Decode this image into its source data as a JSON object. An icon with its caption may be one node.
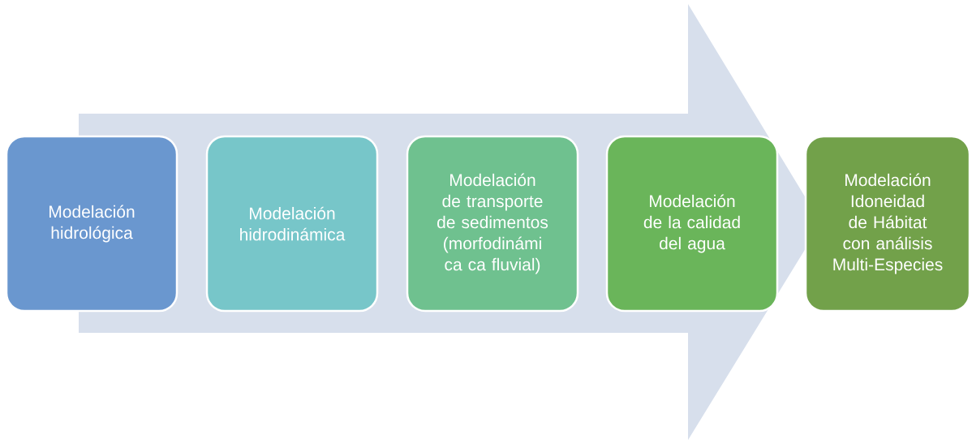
{
  "diagram": {
    "nodes": [
      {
        "text": [
          "Modelación hidrológica"
        ]
      },
      {
        "text": [
          "Modelación hidrodinámica"
        ]
      },
      {
        "text": [
          "Modelación de transporte de sedimentos (morfodinámi ca ca fluvial)"
        ]
      },
      {
        "text": [
          "Modelación de la calidad del agua"
        ]
      },
      {
        "text": [
          "Modelación Idoneidad de Hábitat con análisis Multi-Especies"
        ]
      }
    ],
    "edges": [
      {
        "from": 0,
        "to": 4,
        "arrow": "to"
      }
    ]
  }
}
